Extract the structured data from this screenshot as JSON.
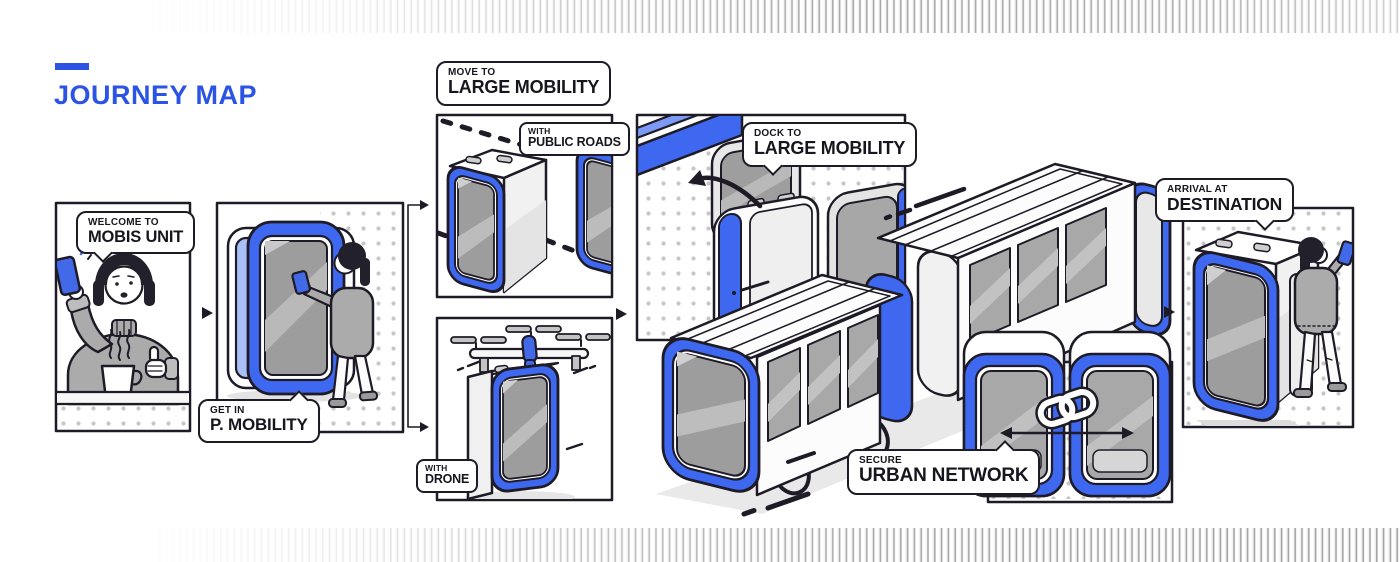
{
  "title": {
    "text": "JOURNEY MAP"
  },
  "steps": {
    "welcome": {
      "eyebrow": "WELCOME TO",
      "label": "MOBIS UNIT"
    },
    "get_in": {
      "eyebrow": "GET IN",
      "label": "P. MOBILITY"
    },
    "move_to": {
      "eyebrow": "MOVE TO",
      "label": "LARGE MOBILITY"
    },
    "public_roads": {
      "eyebrow": "WITH",
      "label": "PUBLIC ROADS"
    },
    "drone": {
      "eyebrow": "WITH",
      "label": "DRONE"
    },
    "dock": {
      "eyebrow": "DOCK TO",
      "label": "LARGE MOBILITY"
    },
    "network": {
      "eyebrow": "SECURE",
      "label": "URBAN NETWORK"
    },
    "arrival": {
      "eyebrow": "ARRIVAL AT",
      "label": "DESTINATION"
    }
  },
  "colors": {
    "accent_blue": "#2B54E4",
    "pod_blue": "#3E68F0",
    "door_light_blue": "#A9BFF8",
    "outline": "#1E1B26",
    "window_gray": "#9D9D9D",
    "dot_gray": "#C7C7C7"
  },
  "icons": {
    "link": "chain-link between networked pods",
    "flow_arrow": "small right-pointing triangle between steps"
  }
}
